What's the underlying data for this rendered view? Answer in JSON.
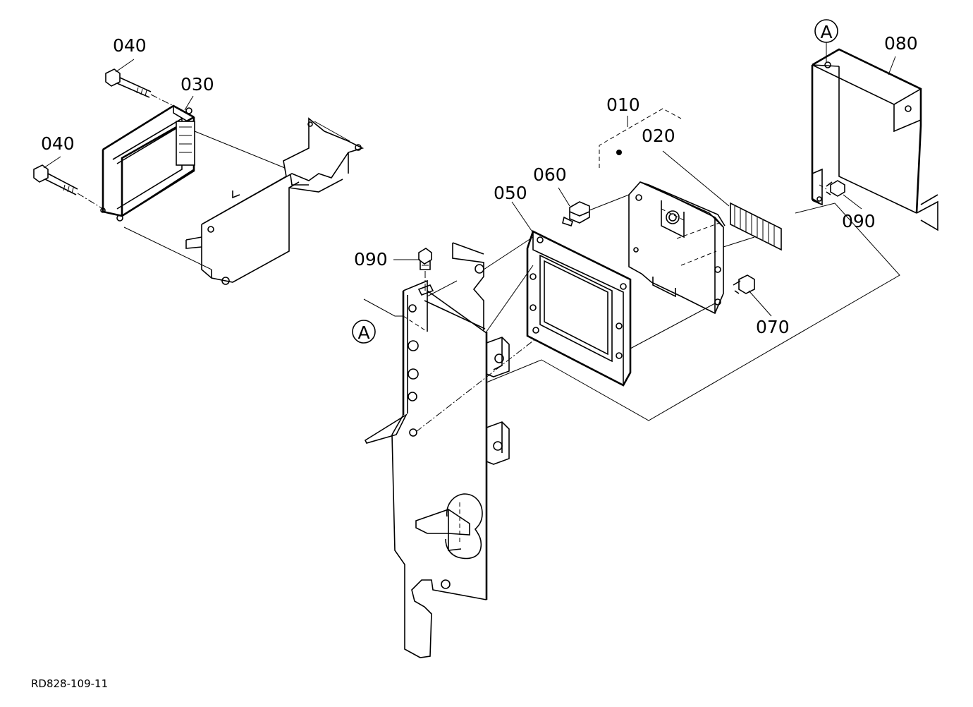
{
  "labels": {
    "p010": "010",
    "p020": "020",
    "p030": "030",
    "p040a": "040",
    "p040b": "040",
    "p050": "050",
    "p060": "060",
    "p070": "070",
    "p080": "080",
    "p090a": "090",
    "p090b": "090",
    "markerA1": "A",
    "markerA2": "A"
  },
  "reference": "RD828-109-11"
}
